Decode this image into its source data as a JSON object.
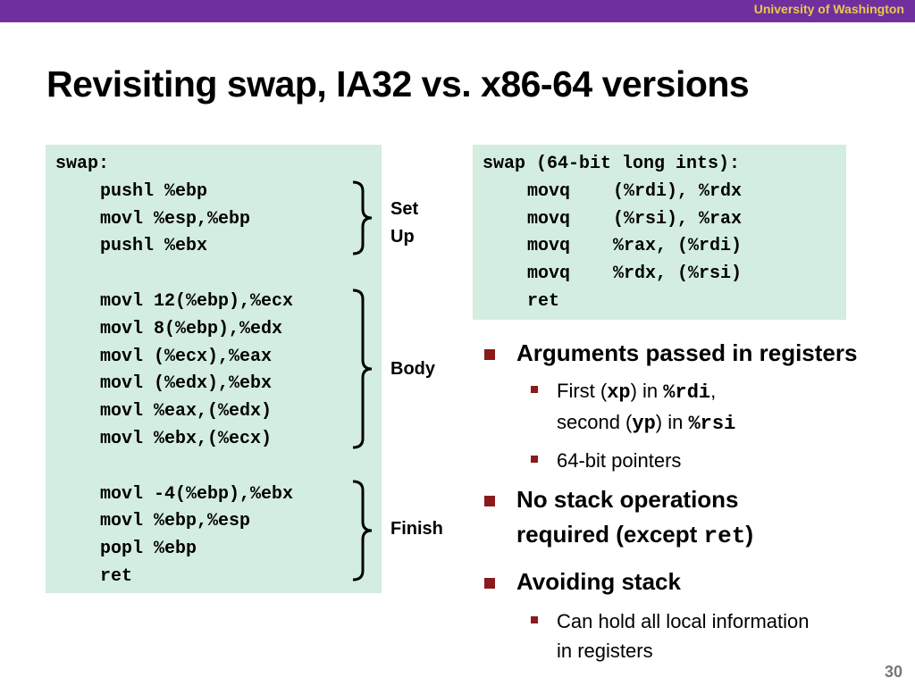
{
  "header": {
    "institution": "University of Washington"
  },
  "slide": {
    "title": "Revisiting swap, IA32 vs. x86-64 versions",
    "page_number": "30"
  },
  "left_code": {
    "label": "swap:",
    "setup": [
      "pushl %ebp",
      "movl %esp,%ebp",
      "pushl %ebx"
    ],
    "body": [
      "movl 12(%ebp),%ecx",
      "movl 8(%ebp),%edx",
      "movl (%ecx),%eax",
      "movl (%edx),%ebx",
      "movl %eax,(%edx)",
      "movl %ebx,(%ecx)"
    ],
    "finish": [
      "movl -4(%ebp),%ebx",
      "movl %ebp,%esp",
      "popl %ebp",
      "ret"
    ]
  },
  "braces": {
    "setup_label_1": "Set",
    "setup_label_2": "Up",
    "body_label": "Body",
    "finish_label": "Finish"
  },
  "right_code": {
    "label": "swap (64-bit long ints):",
    "lines": [
      "movq    (%rdi), %rdx",
      "movq    (%rsi), %rax",
      "movq    %rax, (%rdi)",
      "movq    %rdx, (%rsi)",
      "ret"
    ]
  },
  "bullets": {
    "b1": "Arguments passed in registers",
    "b1_sub1_a": "First (",
    "b1_sub1_code1": "xp",
    "b1_sub1_b": ") in ",
    "b1_sub1_code2": "%rdi",
    "b1_sub1_c": ",",
    "b1_sub1_d": "second (",
    "b1_sub1_code3": "yp",
    "b1_sub1_e": ") in ",
    "b1_sub1_code4": "%rsi",
    "b1_sub2": "64-bit pointers",
    "b2_line1": "No stack operations",
    "b2_line2": "required (except ",
    "b2_code": "ret",
    "b2_close": ")",
    "b3": "Avoiding stack",
    "b3_sub1_line1": "Can hold all local information",
    "b3_sub1_line2": "in registers"
  },
  "colors": {
    "header_bar": "#6f2f9f",
    "institution_text": "#e8c94a",
    "code_background": "#d3ede0",
    "bullet_square": "#8b1a1a"
  }
}
